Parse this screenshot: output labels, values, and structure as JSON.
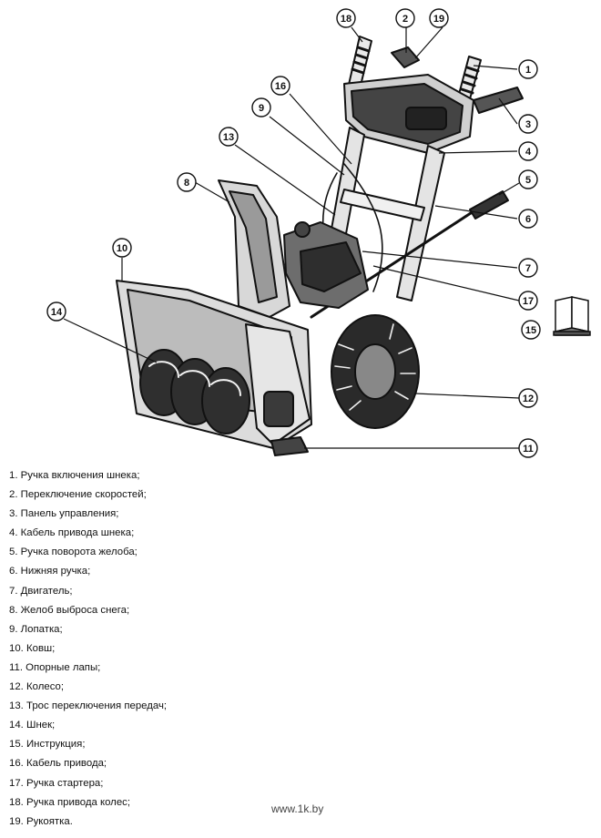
{
  "callouts": [
    {
      "num": "1"
    },
    {
      "num": "2"
    },
    {
      "num": "3"
    },
    {
      "num": "4"
    },
    {
      "num": "5"
    },
    {
      "num": "6"
    },
    {
      "num": "7"
    },
    {
      "num": "8"
    },
    {
      "num": "9"
    },
    {
      "num": "10"
    },
    {
      "num": "11"
    },
    {
      "num": "12"
    },
    {
      "num": "13"
    },
    {
      "num": "14"
    },
    {
      "num": "15"
    },
    {
      "num": "16"
    },
    {
      "num": "17"
    },
    {
      "num": "18"
    },
    {
      "num": "19"
    }
  ],
  "legend": [
    "1. Ручка включения шнека;",
    "2. Переключение скоростей;",
    "3. Панель управления;",
    "4. Кабель привода шнека;",
    "5. Ручка поворота желоба;",
    "6. Нижняя ручка;",
    "7. Двигатель;",
    "8. Желоб выброса снега;",
    "9. Лопатка;",
    "10. Ковш;",
    "11. Опорные лапы;",
    "12. Колесо;",
    "13. Трос переключения передач;",
    "14. Шнек;",
    "15. Инструкция;",
    "16. Кабель привода;",
    "17. Ручка стартера;",
    "18. Ручка привода колес;",
    "19. Рукоятка."
  ],
  "watermark": "www.1k.by",
  "colors": {
    "line": "#111111",
    "fill_dark": "#3a3a3a",
    "fill_mid": "#8a8a8a",
    "fill_light": "#d9d9d9"
  }
}
